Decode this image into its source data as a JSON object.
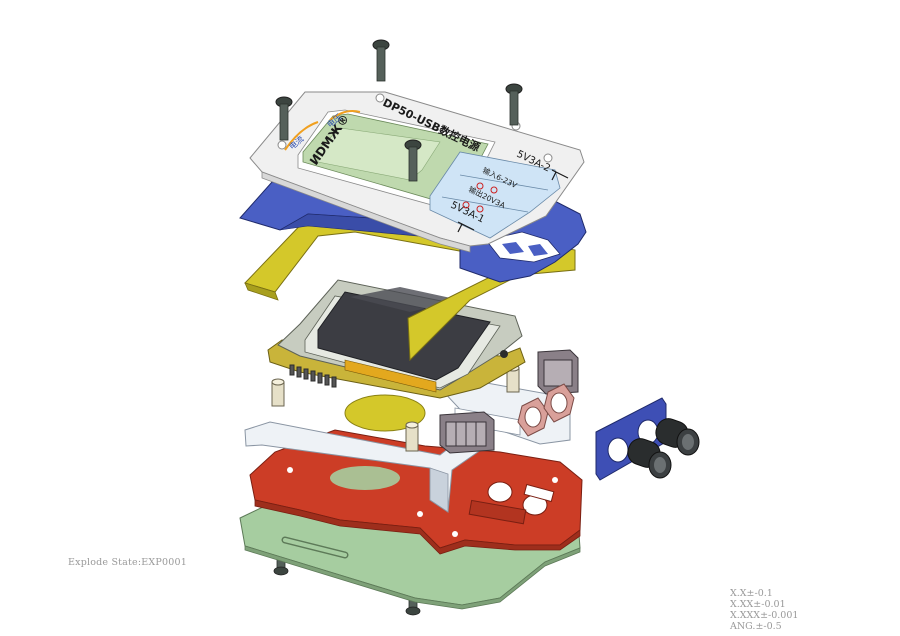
{
  "explode_state": "Explode State:EXP0001",
  "tolerances": [
    "X.X±-0.1",
    "X.XX±-0.01",
    "X.XXX±-0.001",
    "ANG.±-0.5"
  ],
  "panel": {
    "title": "DP50-USB数控电源",
    "brand": "ИDМЖ®",
    "left_label": "电流",
    "right_label": "电压",
    "port_top": "5V3A-2",
    "port_bottom": "5V3A-1",
    "input_label": "输入6-23V",
    "output_label": "输出20V3A"
  },
  "colors": {
    "faceplate": "#f0f0f0",
    "bezel": "#4a5fc4",
    "gasket": "#d4c82a",
    "lcd_frame": "#bfc6b8",
    "bracket": "#eef2f6",
    "pcb": "#cc3d26",
    "base": "#a6cda0",
    "usb_plate": "#3e4fb5",
    "label_blue": "#cfe4f6"
  }
}
